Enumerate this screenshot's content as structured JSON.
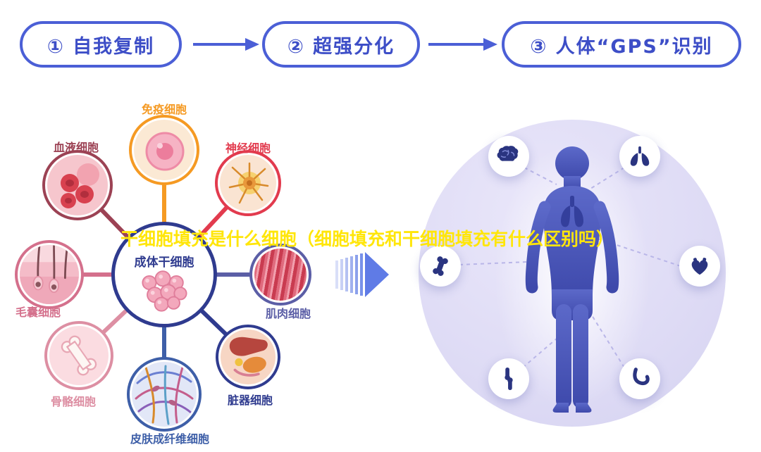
{
  "steps": {
    "accent_color": "#4B5FD6",
    "text_color": "#3D4EC7",
    "items": [
      {
        "label": "① 自我复制"
      },
      {
        "label": "② 超强分化"
      },
      {
        "label": "③ 人体“GPS”识别"
      }
    ]
  },
  "title_overlay": {
    "text": "干细胞填充是什么细胞（细胞填充和干细胞填充有什么区别吗）",
    "color": "#FFE60A"
  },
  "stem_diagram": {
    "center": {
      "label": "成体干细胞",
      "color": "#2F3B8F"
    },
    "cells": [
      {
        "name": "免疫细胞",
        "color": "#F59A23"
      },
      {
        "name": "血液细胞",
        "color": "#9C4254"
      },
      {
        "name": "神经细胞",
        "color": "#E23B4E"
      },
      {
        "name": "毛囊细胞",
        "color": "#D4708C"
      },
      {
        "name": "肌肉细胞",
        "color": "#5B5EA6"
      },
      {
        "name": "骨骼细胞",
        "color": "#DD8FA3"
      },
      {
        "name": "脏器细胞",
        "color": "#2F3B8F"
      },
      {
        "name": "皮肤成纤维细胞",
        "color": "#3E5FA8"
      }
    ]
  },
  "body_diagram": {
    "background_color": "#DEDBF5",
    "body_color": "#4D59BA",
    "icon_color": "#2A3480",
    "organs": [
      {
        "icon": "brain-icon"
      },
      {
        "icon": "lungs-icon"
      },
      {
        "icon": "bone-icon"
      },
      {
        "icon": "heart-icon"
      },
      {
        "icon": "joint-icon"
      },
      {
        "icon": "stomach-icon"
      }
    ]
  }
}
